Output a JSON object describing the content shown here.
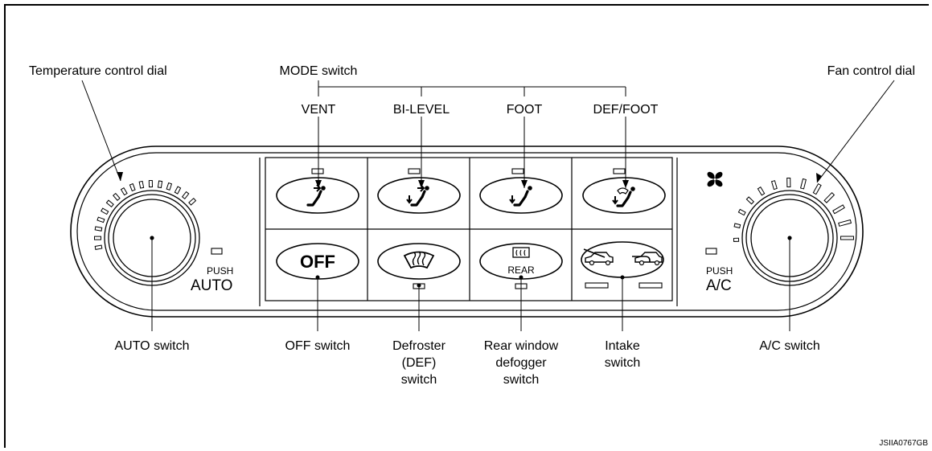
{
  "labels": {
    "temperature_dial": "Temperature control dial",
    "mode_switch": "MODE switch",
    "vent": "VENT",
    "bi_level": "BI-LEVEL",
    "foot": "FOOT",
    "def_foot": "DEF/FOOT",
    "fan_dial": "Fan control dial",
    "auto_switch": "AUTO switch",
    "off_switch": "OFF switch",
    "defroster_line1": "Defroster",
    "defroster_line2": "(DEF)",
    "defroster_line3": "switch",
    "rear_line1": "Rear window",
    "rear_line2": "defogger",
    "rear_line3": "switch",
    "intake_line1": "Intake",
    "intake_line2": "switch",
    "ac_switch": "A/C switch"
  },
  "panel": {
    "push_left": "PUSH",
    "auto": "AUTO",
    "off_button": "OFF",
    "rear_button": "REAR",
    "push_right": "PUSH",
    "ac": "A/C"
  },
  "figure_code": "JSIIA0767GB",
  "icons": [
    "vent-mode-icon",
    "bi-level-mode-icon",
    "foot-mode-icon",
    "def-foot-mode-icon",
    "defroster-icon",
    "rear-defogger-icon",
    "intake-recirc-icon",
    "intake-fresh-icon",
    "fan-icon"
  ]
}
